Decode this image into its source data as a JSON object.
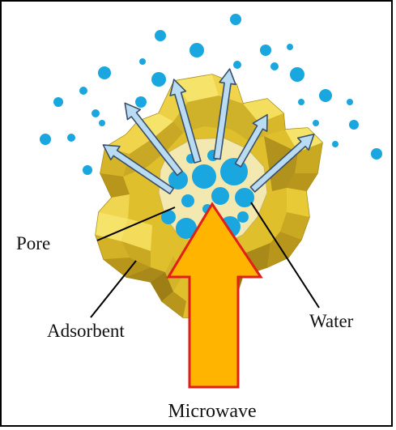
{
  "diagram": {
    "labels": {
      "pore": "Pore",
      "adsorbent": "Adsorbent",
      "water": "Water",
      "microwave": "Microwave"
    },
    "colors": {
      "adsorbent_face": "#e8c936",
      "adsorbent_light": "#f6e36a",
      "adsorbent_dark": "#b8961c",
      "adsorbent_shadow": "#8f7312",
      "pore_fill": "#f2e8b0",
      "water_droplet": "#1aa6de",
      "escape_arrow_fill": "#b9dcf2",
      "escape_arrow_stroke": "#3a4f6b",
      "microwave_arrow_fill": "#ffb400",
      "microwave_arrow_stroke": "#e02018",
      "leader_line": "#000000"
    }
  }
}
